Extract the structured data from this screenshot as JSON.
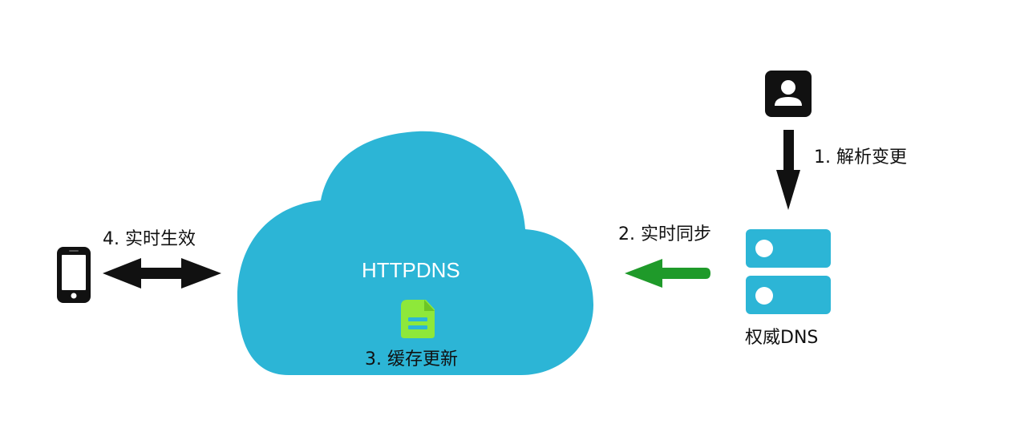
{
  "colors": {
    "cloud": "#2cb5d6",
    "server": "#2cb5d6",
    "sync_arrow": "#1f9a2a",
    "document": "#8ee83a",
    "dark": "#111111"
  },
  "nodes": {
    "cloud_label": "HTTPDNS",
    "server_label": "权威DNS"
  },
  "icons": {
    "user": "user-icon",
    "phone": "phone-icon",
    "server": "server-icon",
    "document": "document-icon"
  },
  "steps": {
    "step1": "1. 解析变更",
    "step2": "2. 实时同步",
    "step3": "3. 缓存更新",
    "step4": "4. 实时生效"
  }
}
